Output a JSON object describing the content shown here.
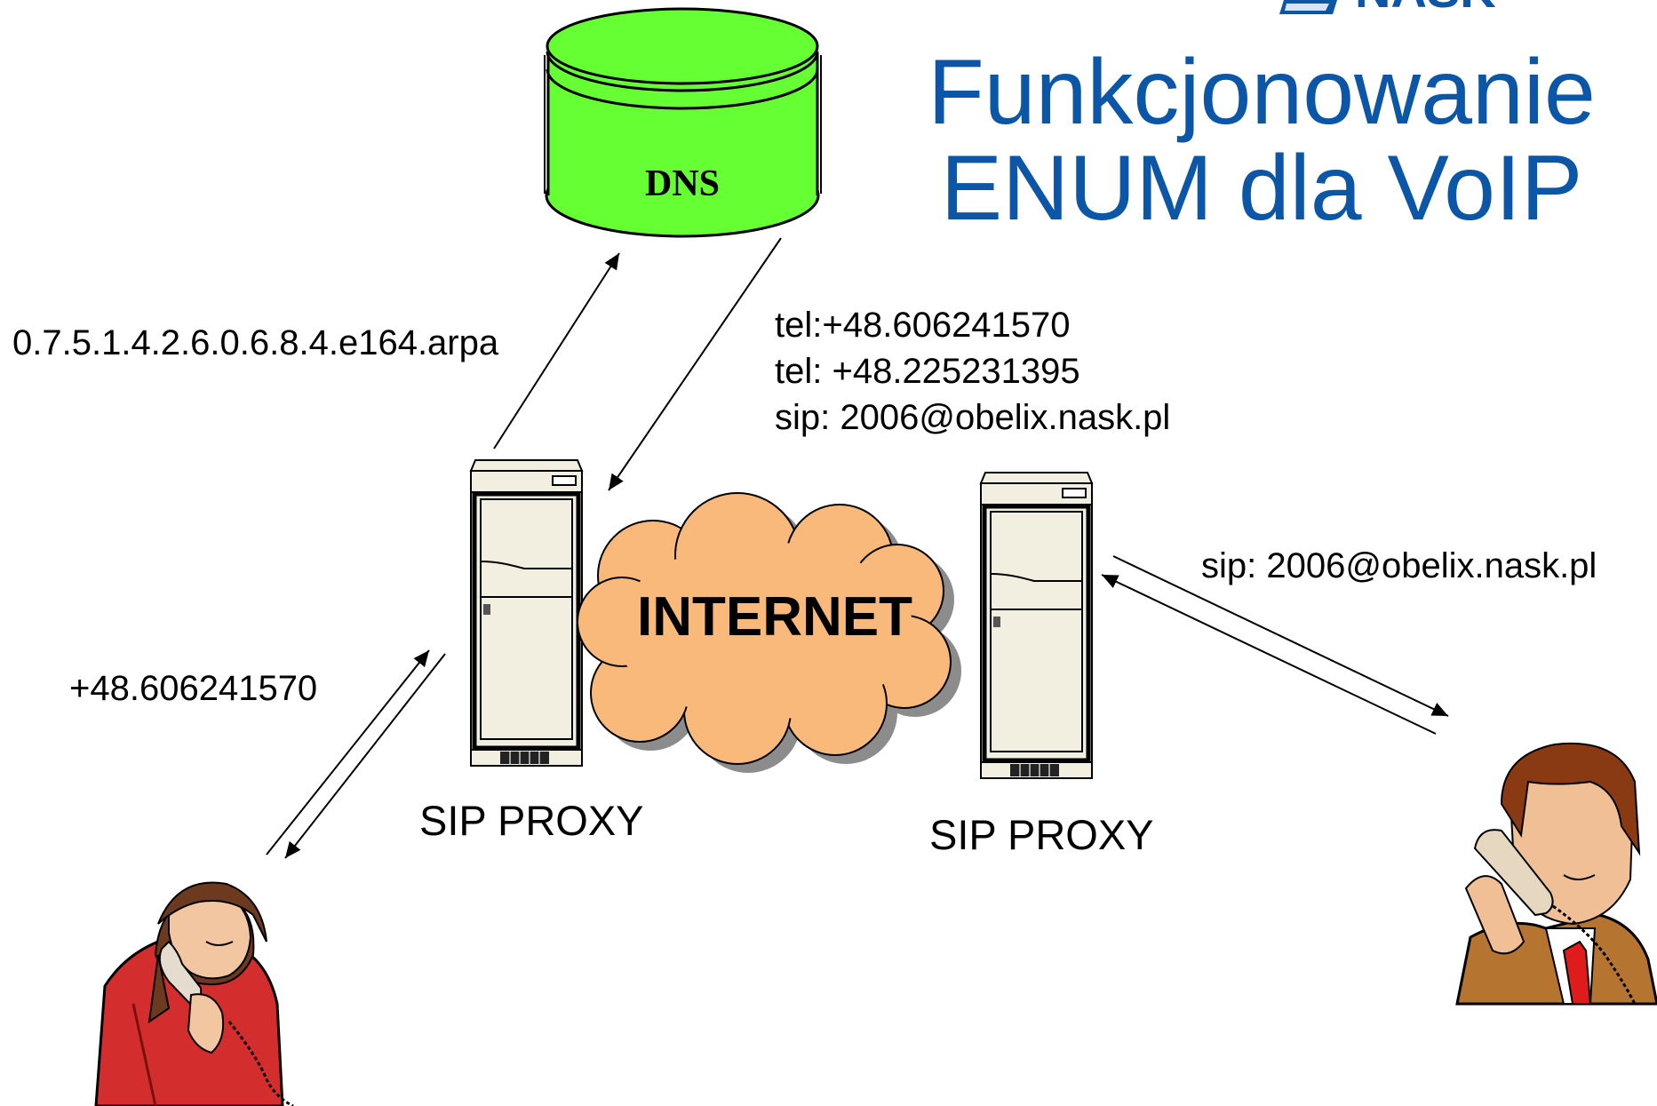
{
  "title": {
    "line1": "Funkcjonowanie",
    "line2": "ENUM dla VoIP"
  },
  "logo": {
    "text": "NASK"
  },
  "dns": {
    "label": "DNS"
  },
  "cloud": {
    "label": "INTERNET"
  },
  "query": {
    "domain": "0.7.5.1.4.2.6.0.6.8.4.e164.arpa"
  },
  "dns_response": {
    "lines": [
      "tel:+48.606241570",
      "tel: +48.225231395",
      "sip: 2006@obelix.nask.pl"
    ]
  },
  "caller": {
    "dialed_number": "+48.606241570"
  },
  "callee": {
    "sip_uri": "sip: 2006@obelix.nask.pl"
  },
  "proxies": [
    {
      "label": "SIP PROXY"
    },
    {
      "label": "SIP PROXY"
    }
  ],
  "colors": {
    "title": "#0b56a6",
    "dns_fill": "#66ff33",
    "cloud_fill": "#f9b97a",
    "server_fill": "#f2eee0",
    "woman_shirt": "#d32d2d",
    "man_jacket": "#b5742f",
    "man_tie": "#e01b1b"
  },
  "icons": [
    "database-icon",
    "cloud-icon",
    "server-icon",
    "woman-on-phone-icon",
    "man-on-phone-icon",
    "logo-icon"
  ]
}
